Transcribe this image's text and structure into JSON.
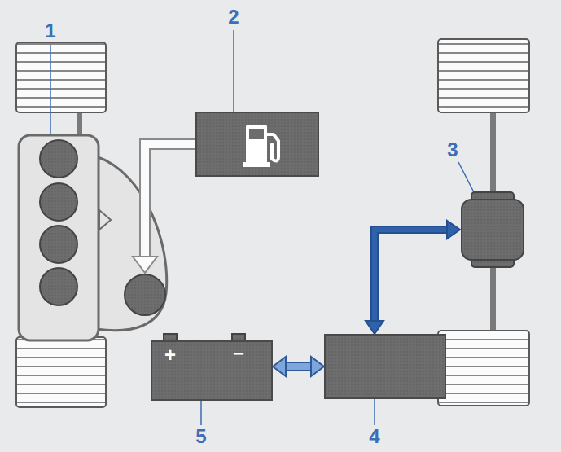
{
  "diagram": {
    "nodes": [
      {
        "text": [
          "1"
        ]
      },
      {
        "text": [
          "2"
        ]
      },
      {
        "text": [
          "3"
        ]
      },
      {
        "text": [
          "4"
        ]
      },
      {
        "text": [
          "5"
        ]
      }
    ],
    "edges": [
      {
        "from": 1,
        "to": 0,
        "arrow": "to"
      },
      {
        "from": 3,
        "to": 2,
        "arrow": "both"
      },
      {
        "from": 4,
        "to": 3,
        "arrow": "both"
      }
    ],
    "labels": [
      "+",
      "−"
    ]
  }
}
